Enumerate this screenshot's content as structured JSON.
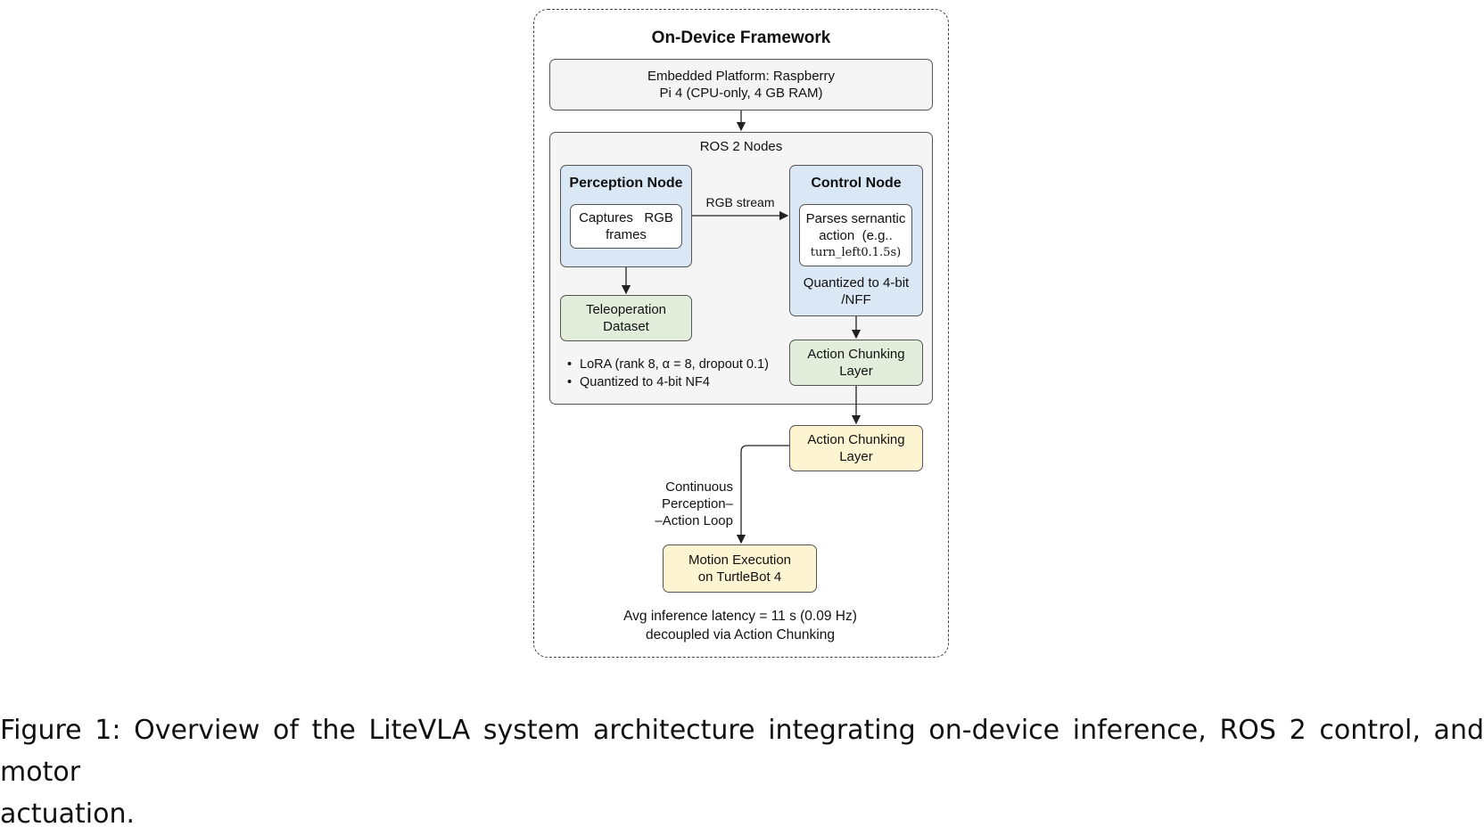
{
  "diagram": {
    "title": "On-Device Framework",
    "platform": {
      "line1": "Embedded Platform: Raspberry",
      "line2": "Pi 4 (CPU-only, 4 GB RAM)"
    },
    "ros_group_label": "ROS 2 Nodes",
    "perception_node": {
      "title": "Perception Node",
      "inner_line1": "Captures   RGB",
      "inner_line2": "frames"
    },
    "rgb_stream_label": "RGB stream",
    "control_node": {
      "title": "Control Node",
      "inner_line1": "Parses sernantic",
      "inner_line2": "action  (e.g..",
      "inner_line3": "turn_left0.1.5s)",
      "quant_line1": "Quantized to 4-bit",
      "quant_line2": "/NFF"
    },
    "teleop": {
      "line1": "Teleoperation",
      "line2": "Dataset"
    },
    "bullets": [
      "LoRA (rank 8, α = 8, dropout 0.1)",
      "Quantized to 4-bit NF4"
    ],
    "chunk_green": {
      "line1": "Action Chunking",
      "line2": "Layer"
    },
    "chunk_yellow": {
      "line1": "Action Chunking",
      "line2": "Layer"
    },
    "loop_label": {
      "line1": "Continuous",
      "line2": "Perception–",
      "line3": "–Action Loop"
    },
    "motion": {
      "line1": "Motion Execution",
      "line2": "on TurtleBot 4"
    },
    "latency": {
      "line1": "Avg inference latency = 11 s (0.09 Hz)",
      "line2": "decoupled via Action Chunking"
    },
    "colors": {
      "node_blue": "#dae8f6",
      "dataset_green": "#e2eddc",
      "execution_yellow": "#fdf4d2",
      "group_gray": "#f5f5f5"
    }
  },
  "caption": {
    "line1": "Figure 1: Overview of the LiteVLA system architecture integrating on-device inference, ROS 2 control, and motor",
    "line2": "actuation."
  }
}
